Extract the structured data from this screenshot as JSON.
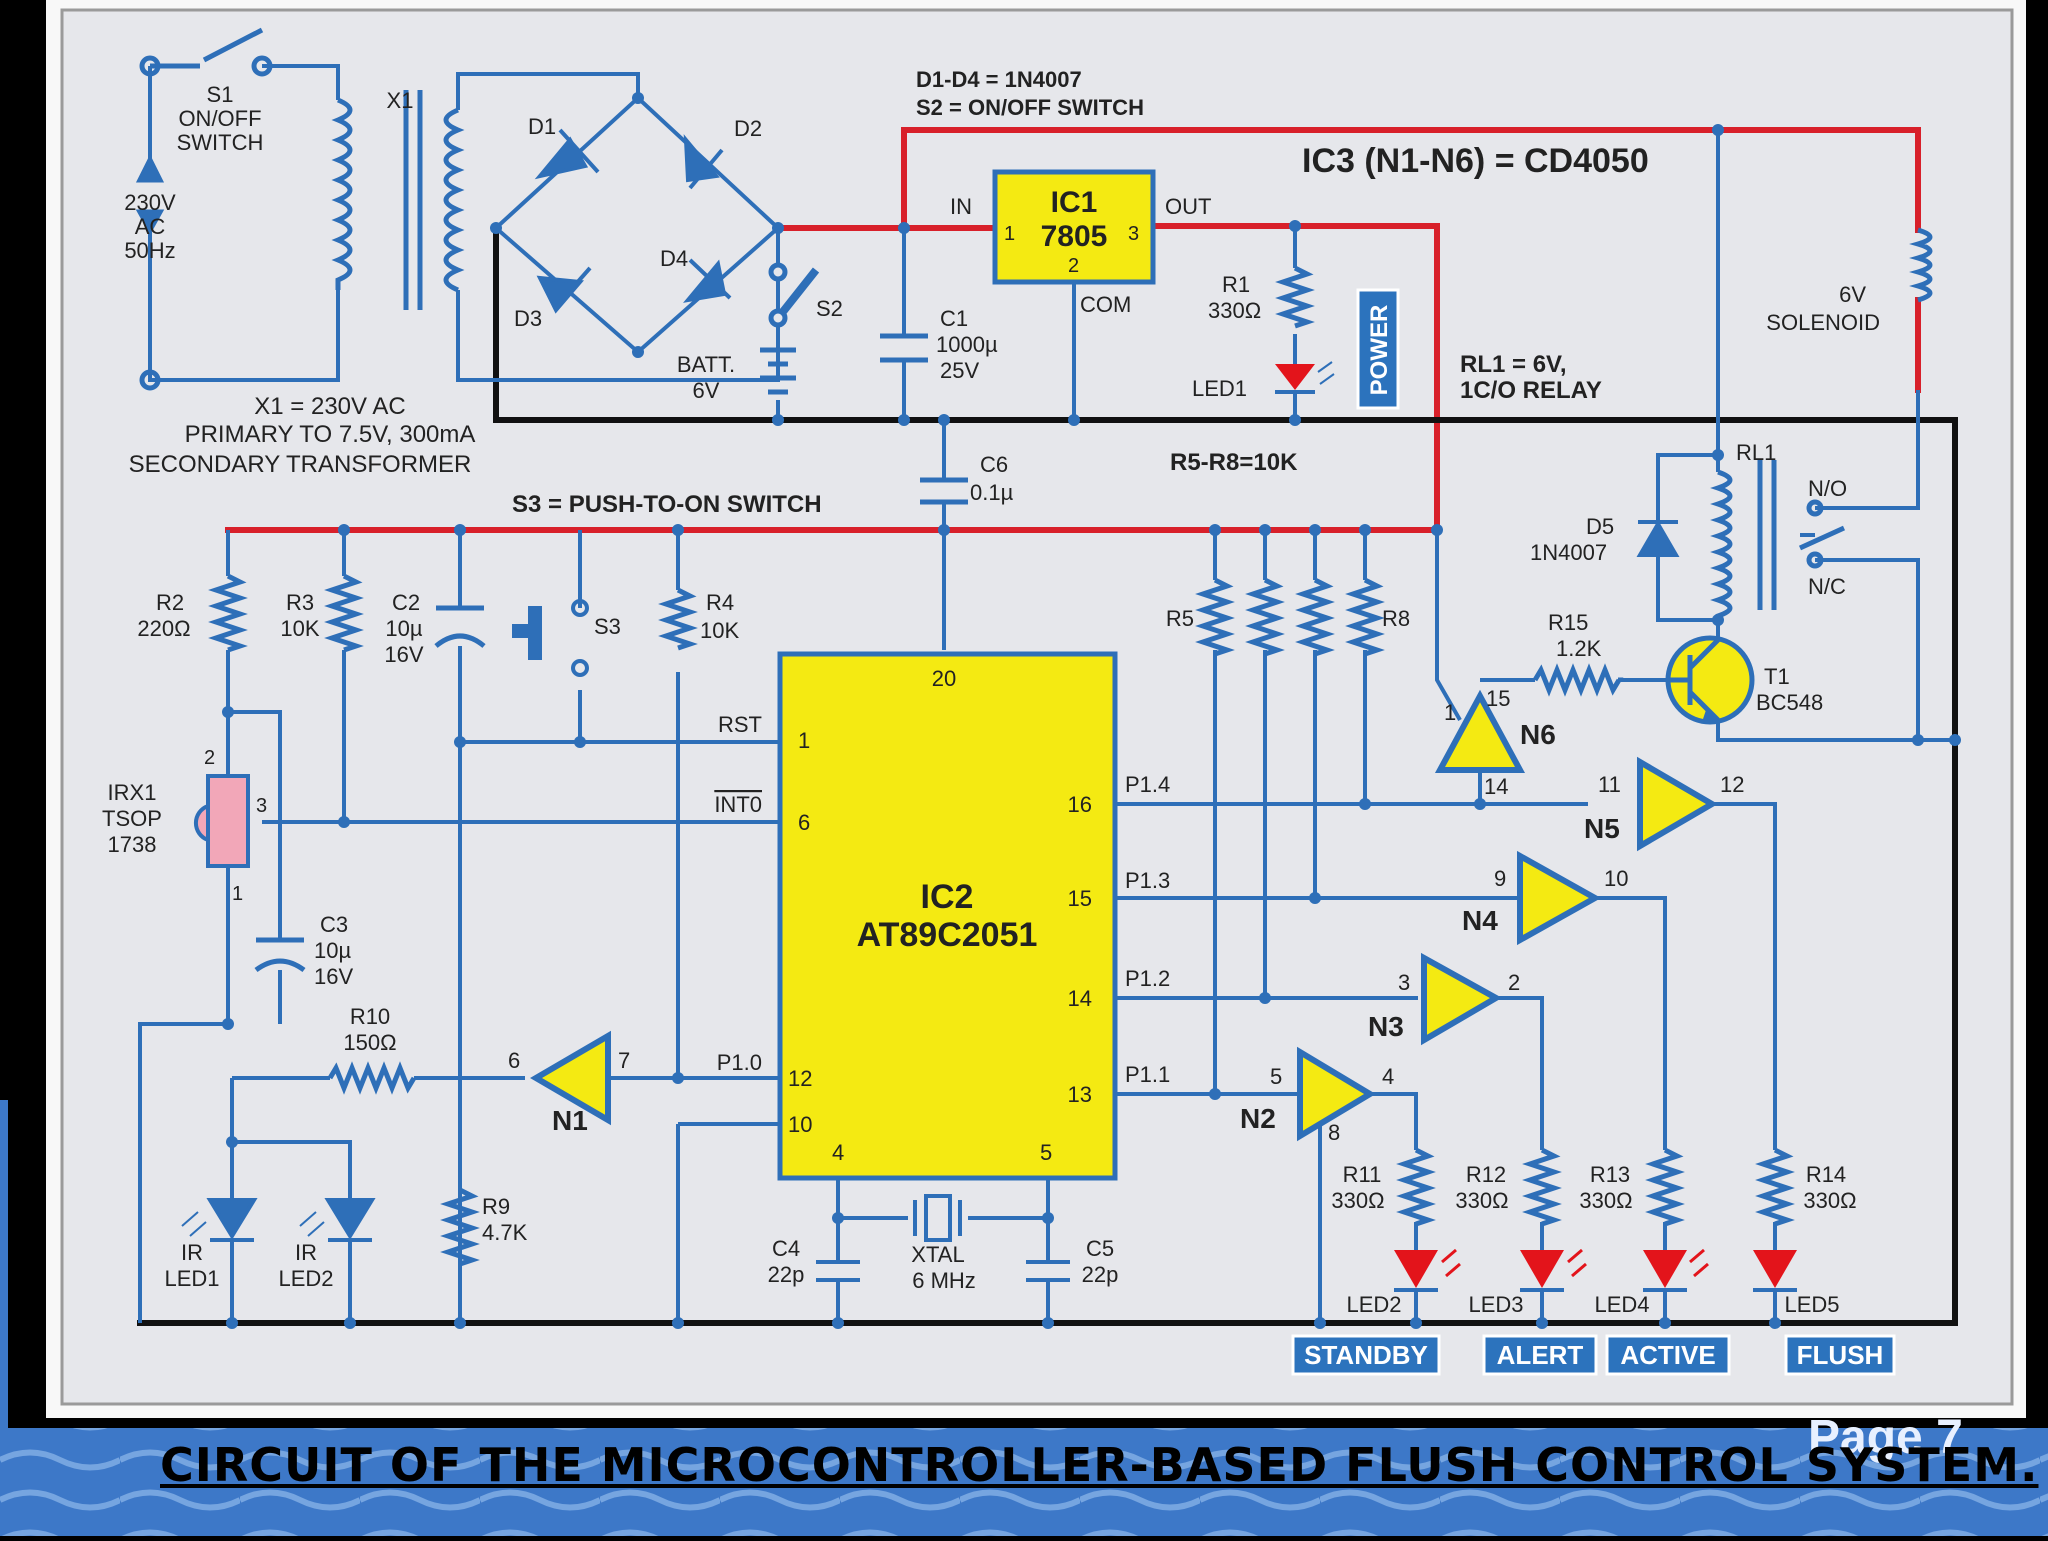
{
  "slide": {
    "caption": "Circuit of the microcontroller-based flush control system.",
    "page_label": "Page 7"
  },
  "diagram": {
    "notes": {
      "diodes": "D1-D4 = 1N4007",
      "switch_s2": "S2 = ON/OFF SWITCH",
      "ic3": "IC3 (N1-N6) = CD4050",
      "relay": [
        "RL1 = 6V,",
        "1C/O RELAY"
      ],
      "resistors": "R5-R8=10K",
      "switch_s3": "S3 = PUSH-TO-ON SWITCH",
      "transformer": [
        "X1 = 230V AC",
        "PRIMARY TO 7.5V, 300mA",
        "SECONDARY TRANSFORMER"
      ]
    },
    "supply": {
      "s1": [
        "S1",
        "ON/OFF",
        "SWITCH"
      ],
      "mains": [
        "230V",
        "AC",
        "50Hz"
      ],
      "x1": "X1",
      "d1": "D1",
      "d2": "D2",
      "d3": "D3",
      "d4": "D4",
      "s2": "S2",
      "batt": [
        "BATT.",
        "6V"
      ],
      "c1": [
        "C1",
        "1000µ",
        "25V"
      ],
      "ic1_in": "IN",
      "ic1_out": "OUT",
      "ic1_com": "COM",
      "ic1": [
        "IC1",
        "7805"
      ],
      "ic1_pins": [
        "1",
        "3",
        "2"
      ],
      "r1": [
        "R1",
        "330Ω"
      ],
      "led1": "LED1",
      "power_tag": "POWER",
      "c6": [
        "C6",
        "0.1µ"
      ]
    },
    "solenoid": [
      "6V",
      "SOLENOID"
    ],
    "relay_block": {
      "rl1": "RL1",
      "no": "N/O",
      "nc": "N/C",
      "d5": [
        "D5",
        "1N4007"
      ],
      "r15": [
        "R15",
        "1.2K"
      ],
      "t1": [
        "T1",
        "BC548"
      ]
    },
    "left": {
      "r2": [
        "R2",
        "220Ω"
      ],
      "r3": [
        "R3",
        "10K"
      ],
      "c2": [
        "C2",
        "10µ",
        "16V"
      ],
      "s3": "S3",
      "r4": [
        "R4",
        "10K"
      ],
      "irx1": [
        "IRX1",
        "TSOP",
        "1738"
      ],
      "irx_pins": [
        "2",
        "3",
        "1"
      ],
      "c3": [
        "C3",
        "10µ",
        "16V"
      ],
      "r10": [
        "R10",
        "150Ω"
      ],
      "r9": [
        "R9",
        "4.7K"
      ],
      "irled1": [
        "IR",
        "LED1"
      ],
      "irled2": [
        "IR",
        "LED2"
      ]
    },
    "ic2": {
      "name": [
        "IC2",
        "AT89C2051"
      ],
      "pin_top": "20",
      "rst": "RST",
      "int0": "INT0",
      "p10": "P1.0",
      "pin_rst": "1",
      "pin_int0": "6",
      "pin_p10": "12",
      "pin_gnd": "10",
      "pin_x1": "4",
      "pin_x2": "5",
      "right_pins": [
        "16",
        "15",
        "14",
        "13"
      ],
      "port_labels": [
        "P1.4",
        "P1.3",
        "P1.2",
        "P1.1"
      ]
    },
    "crystal": {
      "c4": [
        "C4",
        "22p"
      ],
      "xtal": [
        "XTAL",
        "6 MHz"
      ],
      "c5": [
        "C5",
        "22p"
      ]
    },
    "buffers": {
      "n1": {
        "name": "N1",
        "in": "6",
        "out": "7"
      },
      "n2": {
        "name": "N2",
        "in": "5",
        "out": "4",
        "extra": "8"
      },
      "n3": {
        "name": "N3",
        "in": "3",
        "out": "2"
      },
      "n4": {
        "name": "N4",
        "in": "9",
        "out": "10"
      },
      "n5": {
        "name": "N5",
        "in": "11",
        "out": "12",
        "extra": "14"
      },
      "n6": {
        "name": "N6",
        "in": "1",
        "out": "15"
      }
    },
    "pullups": [
      "R5",
      "R8"
    ],
    "outputs": [
      {
        "r": "R11",
        "v": "330Ω",
        "led": "LED2",
        "tag": "STANDBY"
      },
      {
        "r": "R12",
        "v": "330Ω",
        "led": "LED3",
        "tag": "ALERT"
      },
      {
        "r": "R13",
        "v": "330Ω",
        "led": "LED4",
        "tag": "ACTIVE"
      },
      {
        "r": "R14",
        "v": "330Ω",
        "led": "LED5",
        "tag": "FLUSH"
      }
    ],
    "colors": {
      "wire": "#2e6fb8",
      "rail": "#d8202a",
      "ground": "#111111",
      "ic": "#f4ea12",
      "led": "#e3141b",
      "tag": "#2c73bd",
      "sensor": "#f2a7b8"
    }
  }
}
